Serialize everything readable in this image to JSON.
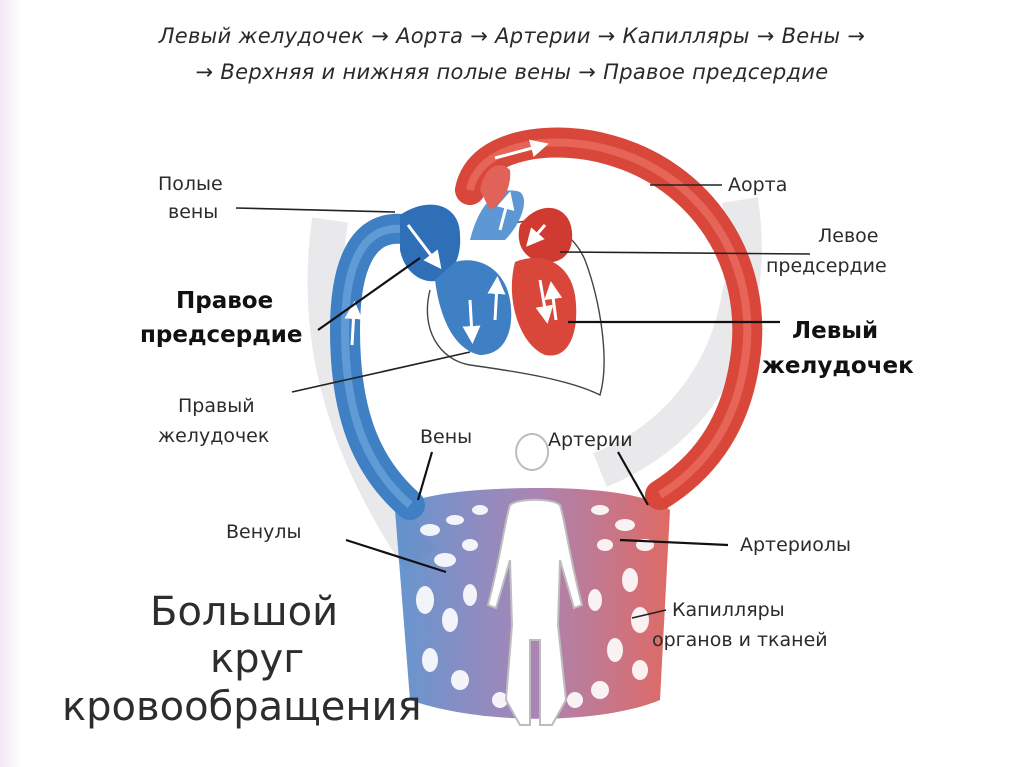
{
  "header": {
    "line1": "Левый желудочек  → Аорта → Артерии → Капилляры → Вены →",
    "line2": "→ Верхняя и нижняя полые вены → Правое предсердие"
  },
  "labels": {
    "vena_cava_line1": "Полые",
    "vena_cava_line2": "вены",
    "aorta": "Аорта",
    "left_atrium_line1": "Левое",
    "left_atrium_line2": "предсердие",
    "right_atrium_line1": "Правое",
    "right_atrium_line2": "предсердие",
    "left_ventricle_line1": "Левый",
    "left_ventricle_line2": "желудочек",
    "right_ventricle_line1": "Правый",
    "right_ventricle_line2": "желудочек",
    "veins": "Вены",
    "arteries": "Артерии",
    "venules": "Венулы",
    "arterioles": "Артериолы",
    "capillaries_line1": "Капилляры",
    "capillaries_line2": "органов и тканей"
  },
  "title": {
    "line1": "Большой",
    "line2": "круг",
    "line3": "кровообращения"
  },
  "colors": {
    "venous": "#3f7fc4",
    "arterial": "#d9473b",
    "venous_dark": "#1f5e9e",
    "arterial_dark": "#a8241c"
  }
}
